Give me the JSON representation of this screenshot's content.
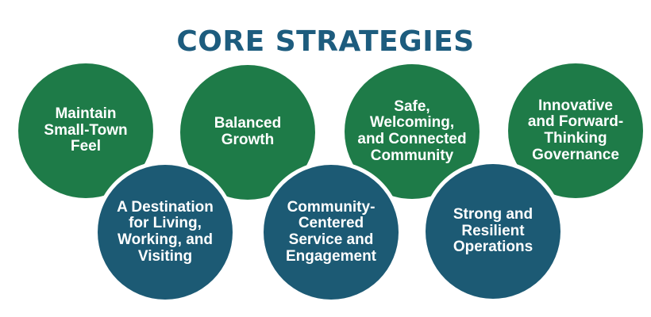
{
  "title": "CORE STRATEGIES",
  "colors": {
    "background": "#ffffff",
    "title_color": "#1d5c7e",
    "green": "#1e7b48",
    "teal": "#1c5a74",
    "ring": "#ffffff",
    "circle_text": "#ffffff"
  },
  "strategies": {
    "top": [
      {
        "id": "maintain-small-town-feel",
        "label": "Maintain\nSmall-Town\nFeel"
      },
      {
        "id": "balanced-growth",
        "label": "Balanced\nGrowth"
      },
      {
        "id": "safe-welcoming-connected-community",
        "label": "Safe,\nWelcoming,\nand Connected\nCommunity"
      },
      {
        "id": "innovative-forward-thinking-governance",
        "label": "Innovative\nand Forward-\nThinking\nGovernance"
      }
    ],
    "bottom": [
      {
        "id": "destination-living-working-visiting",
        "label": "A Destination\nfor Living,\nWorking, and\nVisiting"
      },
      {
        "id": "community-centered-service-engagement",
        "label": "Community-\nCentered\nService and\nEngagement"
      },
      {
        "id": "strong-resilient-operations",
        "label": "Strong and\nResilient\nOperations"
      }
    ]
  }
}
